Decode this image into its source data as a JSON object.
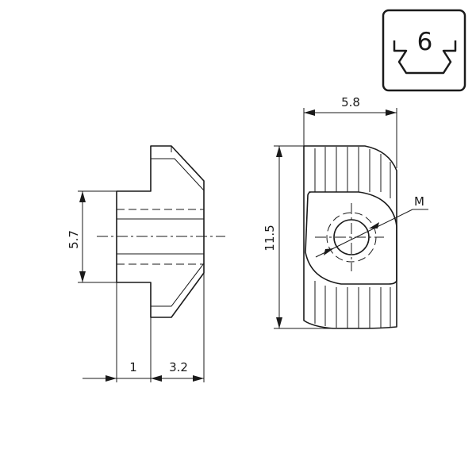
{
  "dimensions": {
    "side_height": "5.7",
    "bottom_left": "1",
    "bottom_right": "3.2",
    "front_width": "5.8",
    "front_height": "11.5",
    "thread": "M"
  },
  "badge": {
    "size": "6"
  }
}
